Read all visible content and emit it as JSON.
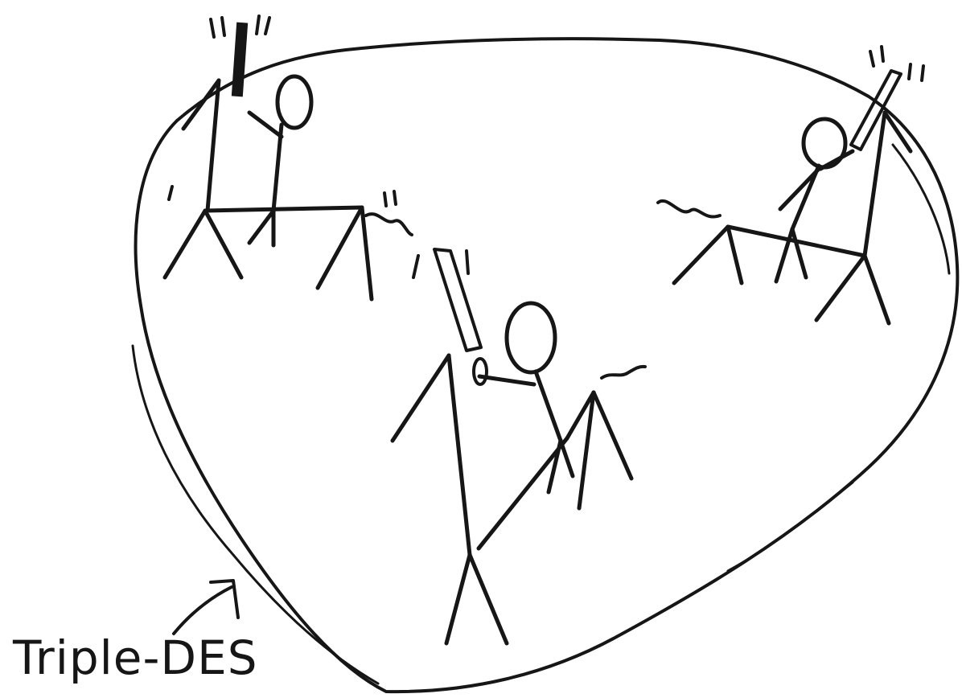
{
  "caption": {
    "text": "Triple-DES"
  },
  "colors": {
    "ink": "#161616",
    "paper": "#ffffff"
  },
  "scene": {
    "groups": [
      {
        "name": "top-left-group",
        "figures": 2,
        "holding": "torch"
      },
      {
        "name": "center-group",
        "figures": 2,
        "holding": "torch"
      },
      {
        "name": "top-right-group",
        "figures": 2,
        "holding": "torch"
      }
    ],
    "enclosure": "hand-drawn-loop",
    "pointer": "arrow-to-enclosure"
  }
}
